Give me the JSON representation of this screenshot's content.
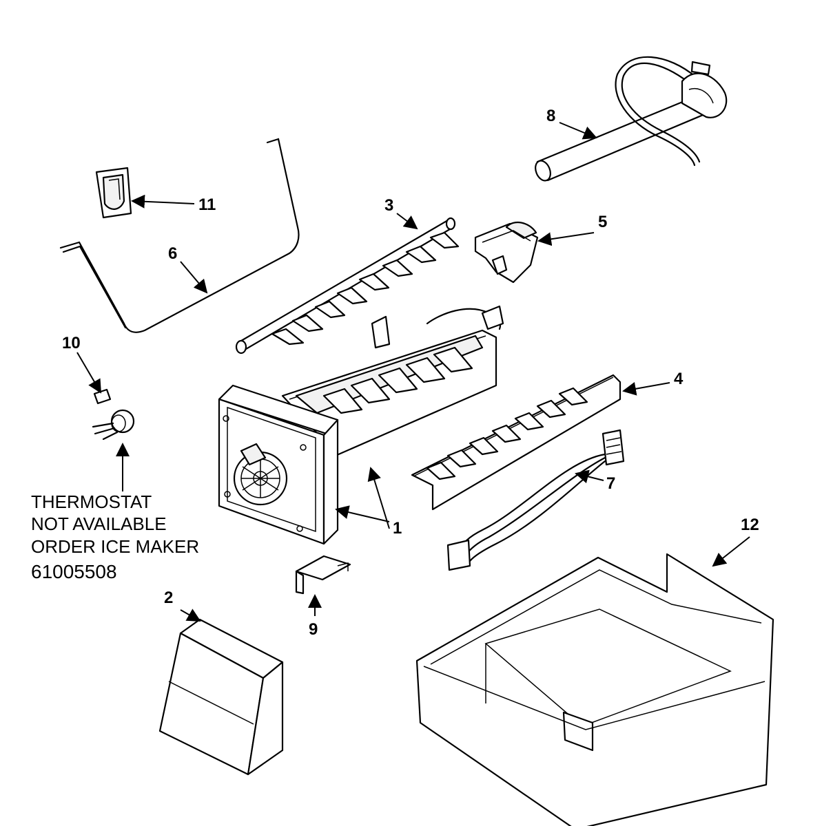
{
  "callouts": {
    "c1": "1",
    "c2": "2",
    "c3": "3",
    "c4": "4",
    "c5": "5",
    "c6": "6",
    "c7": "7",
    "c8": "8",
    "c9": "9",
    "c10": "10",
    "c11": "11",
    "c12": "12"
  },
  "note": {
    "line1": "THERMOSTAT",
    "line2": "NOT AVAILABLE",
    "line3": "ORDER ICE MAKER",
    "part_number": "61005508"
  }
}
